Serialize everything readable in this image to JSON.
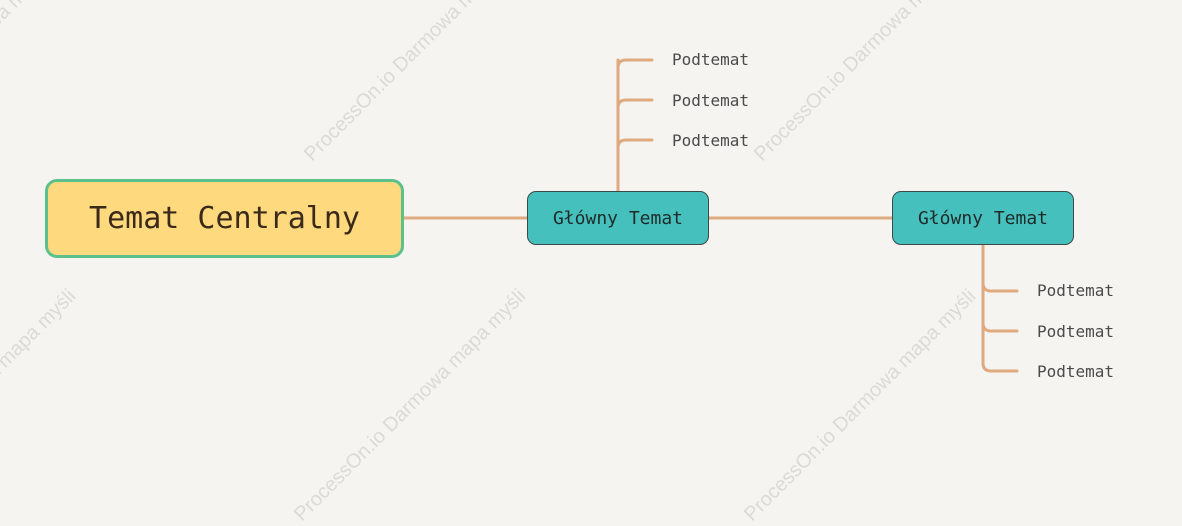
{
  "diagram": {
    "watermarks": [
      "ProcessOn.io Darmowa mapa myśli",
      "ProcessOn.io Darmowa mapa myśli",
      "ProcessOn.io Darmowa mapa myśli",
      "ProcessOn.io Darmowa mapa myśli",
      "ProcessOn.io Darmowa mapa myśli",
      "ProcessOn.io Darmowa mapa myśli"
    ],
    "central_topic": "Temat Centralny",
    "main_topics": [
      {
        "label": "Główny Temat",
        "subtopics": [
          "Podtemat",
          "Podtemat",
          "Podtemat"
        ]
      },
      {
        "label": "Główny Temat",
        "subtopics": [
          "Podtemat",
          "Podtemat",
          "Podtemat"
        ]
      }
    ],
    "colors": {
      "background": "#f5f4f0",
      "central_fill": "#fed97d",
      "central_border": "#5cc08c",
      "main_fill": "#46c0bc",
      "main_border": "#3b4a48",
      "connector": "#e0aa80"
    }
  }
}
